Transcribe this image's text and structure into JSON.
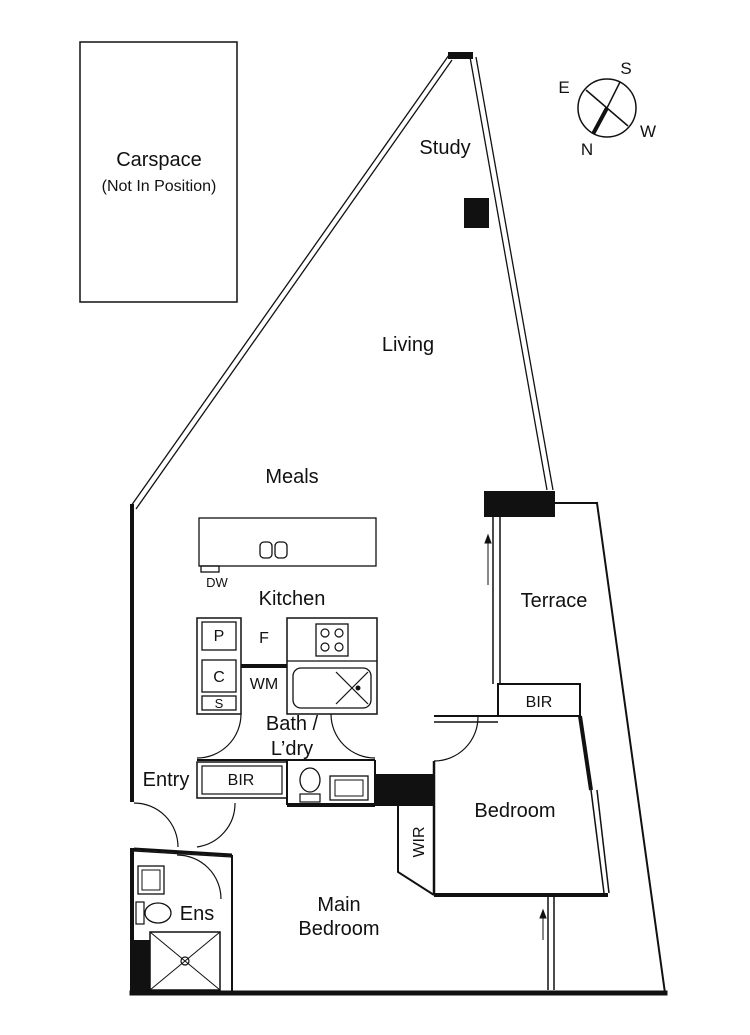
{
  "carspace": {
    "title": "Carspace",
    "subtitle": "(Not In Position)"
  },
  "compass": {
    "e": "E",
    "s": "S",
    "w": "W",
    "n": "N"
  },
  "rooms": {
    "study": "Study",
    "living": "Living",
    "meals": "Meals",
    "kitchen": "Kitchen",
    "terrace": "Terrace",
    "bath_line1": "Bath /",
    "bath_line2": "L’dry",
    "entry": "Entry",
    "bedroom": "Bedroom",
    "main_bedroom_line1": "Main",
    "main_bedroom_line2": "Bedroom",
    "ens": "Ens"
  },
  "fixtures": {
    "dw": "DW",
    "pantry": "P",
    "fridge": "F",
    "cupboard": "C",
    "s": "S",
    "wm": "WM",
    "bir_entry": "BIR",
    "bir_bedroom": "BIR",
    "wir": "WIR"
  }
}
